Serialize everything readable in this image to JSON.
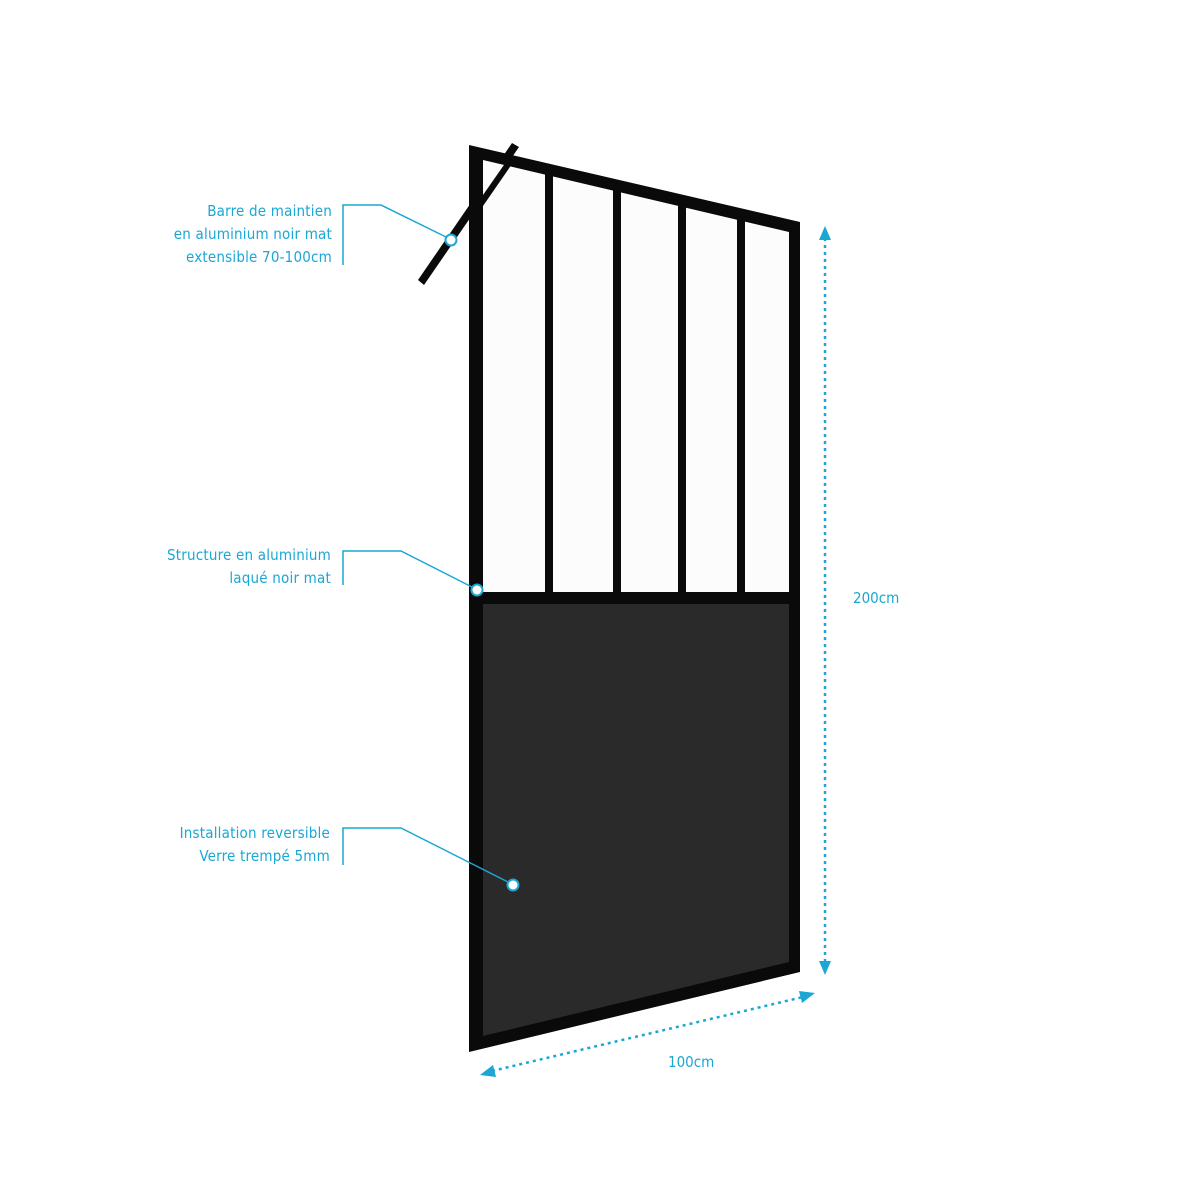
{
  "colors": {
    "accent": "#1aa7d4",
    "frame": "#0a0a0a",
    "tinted_glass": "#2a2a2a",
    "clear_glass": "#fcfcfc"
  },
  "callouts": [
    {
      "lines": [
        "Barre de maintien",
        "en aluminium noir mat",
        "extensible 70-100cm"
      ]
    },
    {
      "lines": [
        "Structure en aluminium",
        "laqué noir mat"
      ]
    },
    {
      "lines": [
        "Installation reversible",
        "Verre trempé 5mm"
      ]
    }
  ],
  "dimensions": {
    "height": "200cm",
    "width": "100cm"
  }
}
